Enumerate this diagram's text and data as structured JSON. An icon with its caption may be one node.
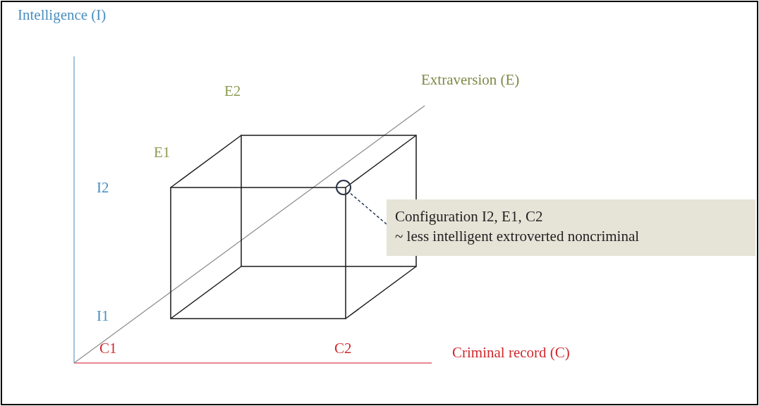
{
  "diagram": {
    "nodes": [
      {
        "text": [
          "Configuration I2, E1, C2",
          "~ less intelligent extroverted noncriminal"
        ]
      },
      {
        "text": [],
        "shape": "circle"
      }
    ],
    "edges": [
      {
        "from": 0,
        "to": 1,
        "arrow": "none",
        "style": "dashed"
      }
    ],
    "labels": [
      "Intelligence (I)",
      "E2",
      "Extraversion (E)",
      "E1",
      "I2",
      "I1",
      "C1",
      "C2",
      "Criminal record (C)"
    ]
  }
}
